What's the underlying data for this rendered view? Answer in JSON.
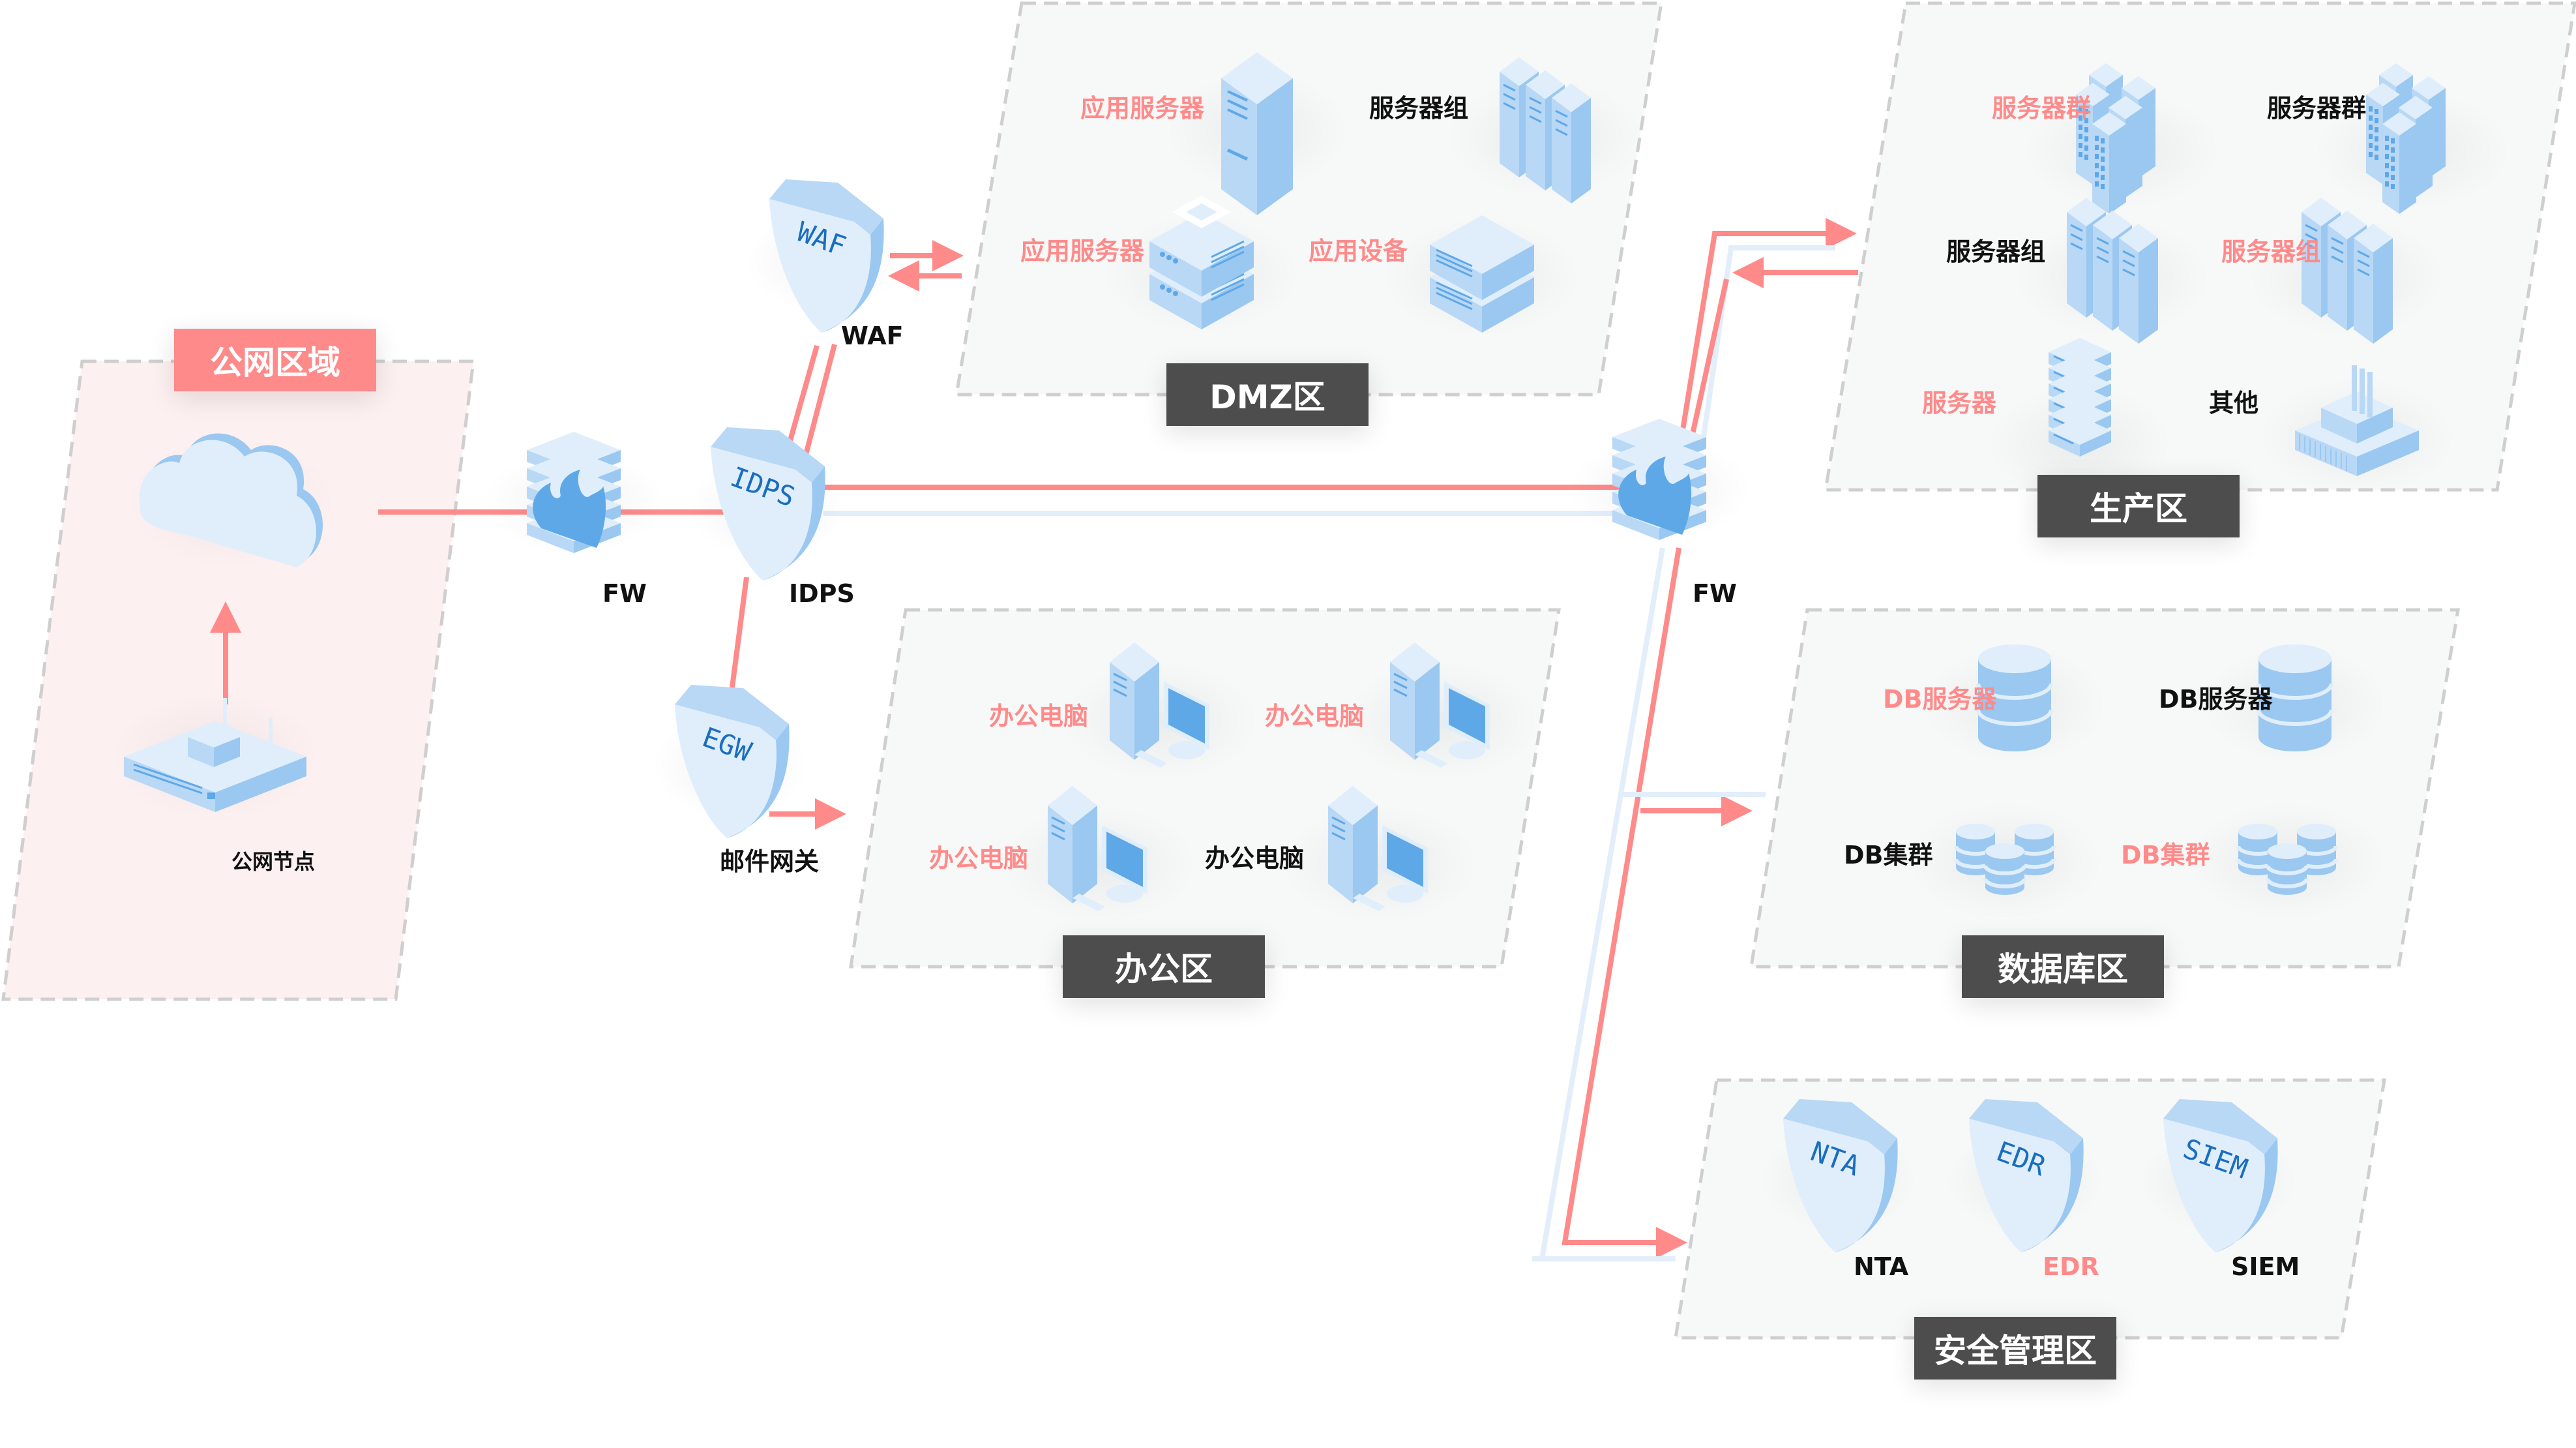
{
  "colors": {
    "accent_pink": "#ff8a8a",
    "zone_tag_dark": "#4d4d4d",
    "icon_light": "#e0eefb",
    "icon_mid": "#b8d8f5",
    "icon_dark": "#9ac8f0",
    "icon_accent": "#5fa8e8",
    "shield_text": "#1a6ec0",
    "link_secondary": "#e2eefa",
    "zone_fill": "#f7f8f8",
    "public_zone_fill": "#fdf0f0",
    "zone_border": "#cfcfcf"
  },
  "zones": {
    "public": {
      "title": "公网区域",
      "items": [
        {
          "label": "公网节点",
          "icon": "router-icon"
        },
        {
          "label": "",
          "icon": "cloud-icon"
        }
      ]
    },
    "dmz": {
      "title": "DMZ区",
      "items": [
        {
          "label": "应用服务器",
          "color": "pink",
          "icon": "tower-server-icon"
        },
        {
          "label": "服务器组",
          "color": "black",
          "icon": "server-group-icon"
        },
        {
          "label": "应用服务器",
          "color": "pink",
          "icon": "stacked-server-icon"
        },
        {
          "label": "应用设备",
          "color": "pink",
          "icon": "appliance-icon"
        }
      ]
    },
    "production": {
      "title": "生产区",
      "items": [
        {
          "label": "服务器群",
          "color": "pink",
          "icon": "server-cluster-icon"
        },
        {
          "label": "服务器群",
          "color": "black",
          "icon": "server-cluster-icon"
        },
        {
          "label": "服务器组",
          "color": "black",
          "icon": "server-group-icon"
        },
        {
          "label": "服务器组",
          "color": "pink",
          "icon": "server-rack-group-icon"
        },
        {
          "label": "服务器",
          "color": "pink",
          "icon": "rack-server-icon"
        },
        {
          "label": "其他",
          "color": "black",
          "icon": "factory-icon"
        }
      ]
    },
    "office": {
      "title": "办公区",
      "items": [
        {
          "label": "办公电脑",
          "color": "pink",
          "icon": "desktop-pc-icon"
        },
        {
          "label": "办公电脑",
          "color": "pink",
          "icon": "desktop-pc-icon"
        },
        {
          "label": "办公电脑",
          "color": "pink",
          "icon": "desktop-pc-icon"
        },
        {
          "label": "办公电脑",
          "color": "black",
          "icon": "desktop-pc-icon"
        }
      ]
    },
    "database": {
      "title": "数据库区",
      "items": [
        {
          "label": "DB服务器",
          "color": "pink",
          "icon": "database-icon"
        },
        {
          "label": "DB服务器",
          "color": "black",
          "icon": "database-icon"
        },
        {
          "label": "DB集群",
          "color": "black",
          "icon": "database-cluster-icon"
        },
        {
          "label": "DB集群",
          "color": "pink",
          "icon": "database-cluster-icon"
        }
      ]
    },
    "security": {
      "title": "安全管理区",
      "items": [
        {
          "label": "NTA",
          "badge": "NTA",
          "color": "black",
          "icon": "shield-icon"
        },
        {
          "label": "EDR",
          "badge": "EDR",
          "color": "pink",
          "icon": "shield-icon"
        },
        {
          "label": "SIEM",
          "badge": "SIEM",
          "color": "black",
          "icon": "shield-icon"
        }
      ]
    }
  },
  "devices": {
    "fw1": {
      "label": "FW",
      "icon": "firewall-icon"
    },
    "idps": {
      "label": "IDPS",
      "badge": "IDPS",
      "icon": "shield-icon"
    },
    "waf": {
      "label": "WAF",
      "badge": "WAF",
      "icon": "shield-icon"
    },
    "egw": {
      "label": "邮件网关",
      "badge": "EGW",
      "icon": "shield-icon"
    },
    "fw2": {
      "label": "FW",
      "icon": "firewall-icon"
    }
  }
}
